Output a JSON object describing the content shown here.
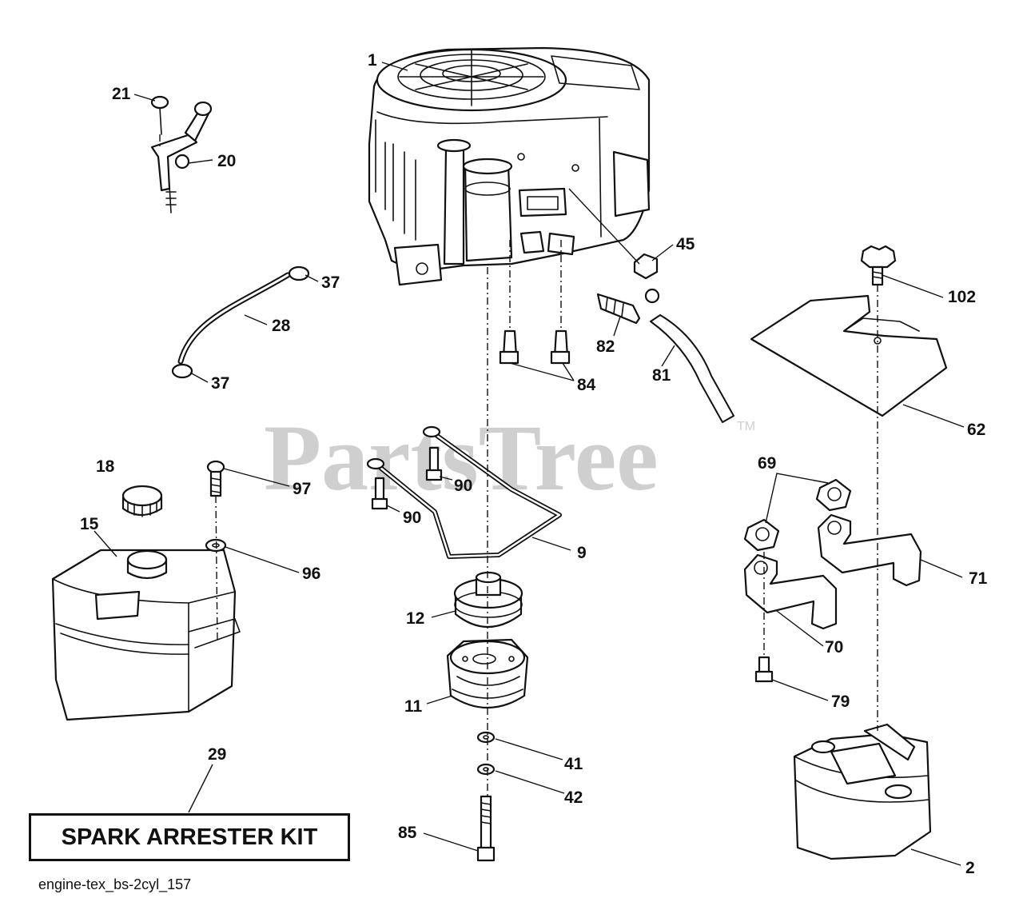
{
  "watermark": {
    "text": "PartsTree",
    "trademark": "TM"
  },
  "callouts": {
    "p1": "1",
    "p2": "2",
    "p9": "9",
    "p11": "11",
    "p12": "12",
    "p15": "15",
    "p18": "18",
    "p20": "20",
    "p21": "21",
    "p28": "28",
    "p29": "29",
    "p37a": "37",
    "p37b": "37",
    "p41": "41",
    "p42": "42",
    "p45": "45",
    "p62": "62",
    "p69": "69",
    "p70": "70",
    "p71": "71",
    "p79": "79",
    "p81": "81",
    "p82": "82",
    "p84": "84",
    "p85": "85",
    "p90a": "90",
    "p90b": "90",
    "p96": "96",
    "p97": "97",
    "p102": "102"
  },
  "kit_label": "SPARK ARRESTER KIT",
  "diagram_id": "engine-tex_bs-2cyl_157"
}
